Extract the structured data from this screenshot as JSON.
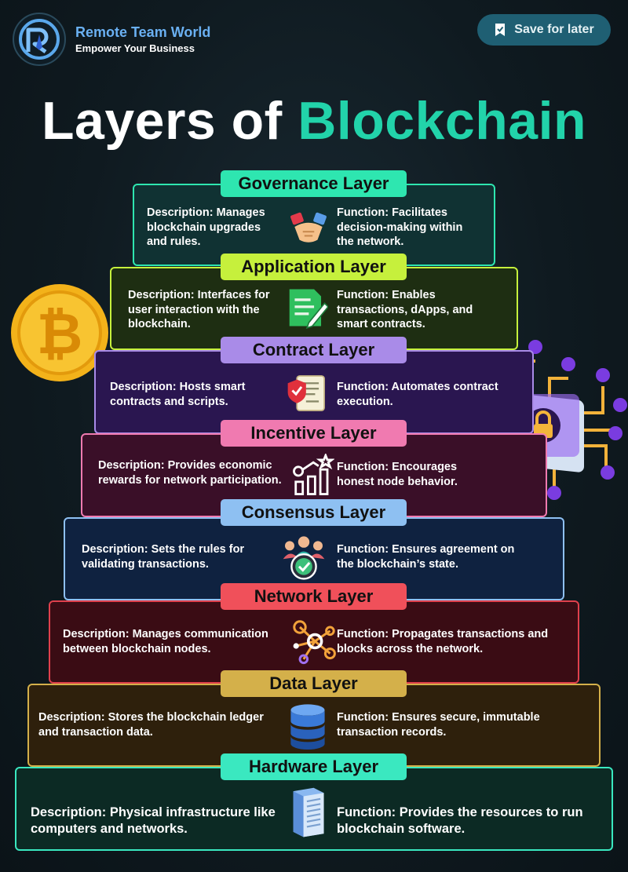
{
  "header": {
    "brand_name": "Remote Team World",
    "brand_tagline": "Empower Your Business",
    "save_label": "Save for later"
  },
  "title": {
    "part1": "Layers of",
    "part2": "Blockchain"
  },
  "colors": {
    "accent_green": "#22d3aa",
    "save_button_bg": "#1f5f73",
    "brand_blue": "#6ab0f2"
  },
  "layers": [
    {
      "name": "Governance Layer",
      "description": "Description: Manages blockchain upgrades and rules.",
      "function": "Function: Facilitates decision-making within the network.",
      "icon": "handshake-icon",
      "label_color": "#2ee6b0",
      "panel_color": "#103233",
      "border_color": "#2ee6b0"
    },
    {
      "name": "Application Layer",
      "description": "Description: Interfaces for user interaction with the blockchain.",
      "function": "Function: Enables transactions, dApps, and smart contracts.",
      "icon": "document-pen-icon",
      "label_color": "#c6f03c",
      "panel_color": "#1e2e12",
      "border_color": "#c6f03c"
    },
    {
      "name": "Contract Layer",
      "description": "Description: Hosts smart contracts and scripts.",
      "function": "Function: Automates contract execution.",
      "icon": "contract-shield-icon",
      "label_color": "#a98be8",
      "panel_color": "#2a1650",
      "border_color": "#a98be8"
    },
    {
      "name": "Incentive Layer",
      "description": "Description: Provides economic rewards for network participation.",
      "function": "Function: Encourages honest node behavior.",
      "icon": "growth-chart-icon",
      "label_color": "#f07ab0",
      "panel_color": "#3a0f28",
      "border_color": "#f07ab0"
    },
    {
      "name": "Consensus Layer",
      "description": "Description: Sets the rules for validating transactions.",
      "function": "Function: Ensures agreement on the blockchain’s state.",
      "icon": "team-check-icon",
      "label_color": "#8ec0f2",
      "panel_color": "#0f2240",
      "border_color": "#8ec0f2"
    },
    {
      "name": "Network Layer",
      "description": "Description: Manages communication between blockchain nodes.",
      "function": "Function: Propagates transactions and blocks across the network.",
      "icon": "network-nodes-icon",
      "label_color": "#f0505a",
      "panel_color": "#3a0c14",
      "border_color": "#e0404c"
    },
    {
      "name": "Data Layer",
      "description": "Description: Stores the blockchain ledger and transaction data.",
      "function": "Function: Ensures secure, immutable transaction records.",
      "icon": "database-icon",
      "label_color": "#d4b04a",
      "panel_color": "#2e200c",
      "border_color": "#d4b04a"
    },
    {
      "name": "Hardware Layer",
      "description": "Description: Physical infrastructure like computers and networks.",
      "function": "Function: Provides the resources to run blockchain software.",
      "icon": "server-icon",
      "label_color": "#3ae8c0",
      "panel_color": "#0c2a24",
      "border_color": "#3ae8c0"
    }
  ],
  "decorations": {
    "coin": "bitcoin-coin-icon",
    "chip": "lock-chip-icon"
  }
}
